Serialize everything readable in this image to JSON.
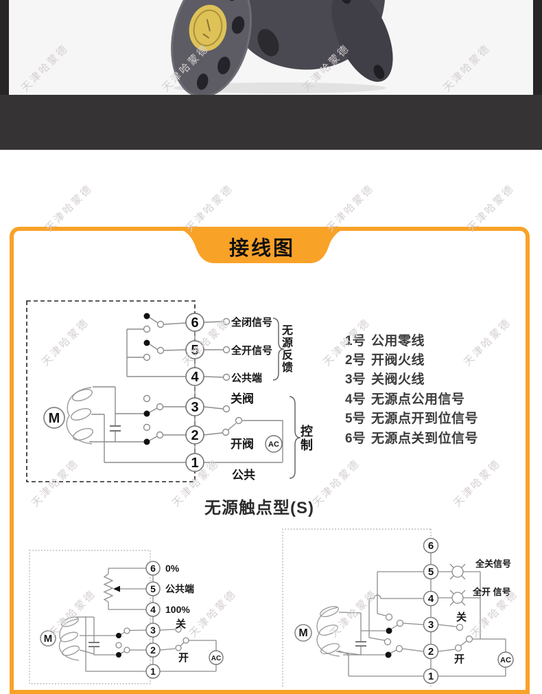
{
  "banner": {
    "title": "接线图"
  },
  "watermark": {
    "text": "天津哈蒙德"
  },
  "diagram_main": {
    "motor_label": "M",
    "ac_label": "AC",
    "terminals": [
      "6",
      "5",
      "4",
      "3",
      "2",
      "1"
    ],
    "labels": {
      "t6": "全闭信号",
      "t5": "全开信号",
      "t4": "公共端",
      "t3": "关阀",
      "t2": "开阀",
      "t1": "公共",
      "feedback_group": "无源反馈",
      "control_group": "控制"
    },
    "caption": "无源触点型(S)"
  },
  "terminal_list": [
    {
      "num": "1号",
      "desc": "公用零线"
    },
    {
      "num": "2号",
      "desc": "开阀火线"
    },
    {
      "num": "3号",
      "desc": "关阀火线"
    },
    {
      "num": "4号",
      "desc": "无源点公用信号"
    },
    {
      "num": "5号",
      "desc": "无源点开到位信号"
    },
    {
      "num": "6号",
      "desc": "无源点关到位信号"
    }
  ],
  "diagram_left": {
    "motor_label": "M",
    "ac_label": "AC",
    "terminals": [
      "6",
      "5",
      "4",
      "3",
      "2",
      "1"
    ],
    "labels": {
      "t6": "0%",
      "t5": "公共端",
      "t4": "100%",
      "t3": "关",
      "t2": "开"
    }
  },
  "diagram_right": {
    "motor_label": "M",
    "ac_label": "AC",
    "terminals": [
      "6",
      "5",
      "4",
      "3",
      "2",
      "1"
    ],
    "labels": {
      "t5": "全关信号",
      "t4": "全开 信号",
      "t3": "关",
      "t2": "开"
    }
  },
  "colors": {
    "accent_orange": "#F9A228",
    "dark_band": "#363334",
    "photo_background": "#F6F6F6",
    "brass_yellow": "#DEC258"
  }
}
